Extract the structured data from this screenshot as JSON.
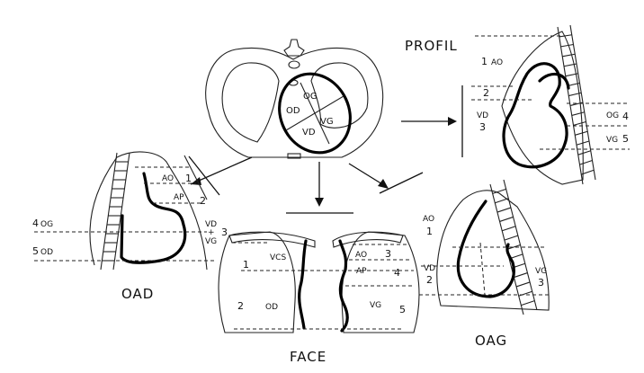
{
  "cross_section": {
    "labels": {
      "og": "OG",
      "od": "OD",
      "vg": "VG",
      "vd": "VD"
    }
  },
  "profil": {
    "title": "PROFIL",
    "segments": [
      {
        "num": "1",
        "name": "AO"
      },
      {
        "num": "2",
        "name": ""
      },
      {
        "num": "3",
        "name": "VD"
      },
      {
        "num": "4",
        "name": "OG"
      },
      {
        "num": "5",
        "name": "VG"
      }
    ]
  },
  "oad": {
    "title": "OAD",
    "segments": [
      {
        "num": "1",
        "name": "AO"
      },
      {
        "num": "2",
        "name": "AP"
      },
      {
        "num": "3",
        "name": "VD + VG"
      },
      {
        "num": "4",
        "name": "OG"
      },
      {
        "num": "5",
        "name": "OD"
      }
    ]
  },
  "face": {
    "title": "FACE",
    "segments": [
      {
        "num": "1",
        "name": "VCS"
      },
      {
        "num": "2",
        "name": "OD"
      },
      {
        "num": "3",
        "name": "AO"
      },
      {
        "num": "4",
        "name": "AP"
      },
      {
        "num": "5",
        "name": "VG"
      }
    ]
  },
  "oag": {
    "title": "OAG",
    "segments": [
      {
        "num": "1",
        "name": "AO"
      },
      {
        "num": "2",
        "name": "VD"
      },
      {
        "num": "3",
        "name": "VG"
      }
    ]
  },
  "colors": {
    "ink": "#111111",
    "paper": "#ffffff"
  }
}
